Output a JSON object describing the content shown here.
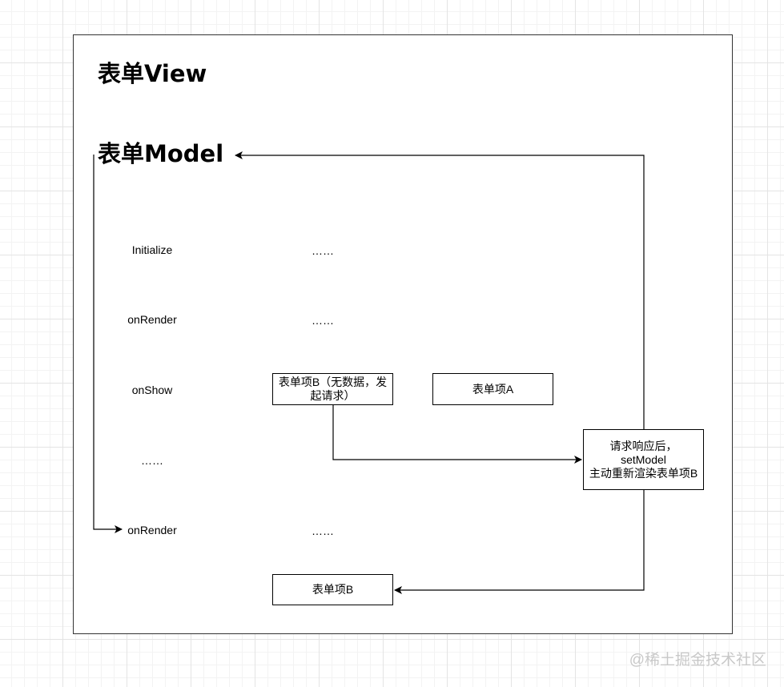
{
  "diagram": {
    "title_view": "表单View",
    "title_model": "表单Model",
    "lifecycle": {
      "initialize": "Initialize",
      "on_render": "onRender",
      "on_show": "onShow",
      "ellipsis": "……",
      "on_render_again": "onRender"
    },
    "column_ellipsis": {
      "row_initialize": "……",
      "row_on_render": "……",
      "row_on_render_again": "……"
    },
    "boxes": {
      "form_item_b_no_data": {
        "line1": "表单项B（无数据，发",
        "line2": "起请求）"
      },
      "form_item_a": "表单项A",
      "response_handler": {
        "line1": "请求响应后，",
        "line2": "setModel",
        "line3": "主动重新渲染表单项B"
      },
      "form_item_b": "表单项B"
    }
  },
  "watermark": "@稀土掘金技术社区",
  "colors": {
    "stroke": "#000000",
    "frame_border": "#333333",
    "grid_major": "#e4e4e4",
    "grid_minor": "#f3f3f3",
    "watermark": "#c8c8c8"
  }
}
